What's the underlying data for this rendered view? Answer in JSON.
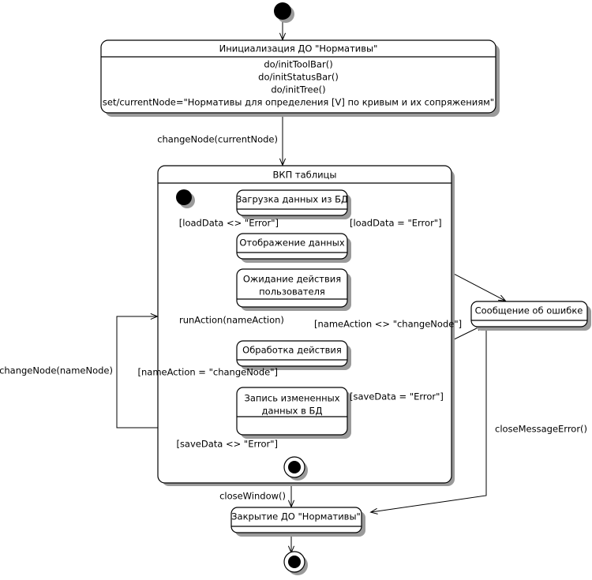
{
  "diagram": {
    "kind": "uml-state-machine-diagram",
    "language": "ru",
    "background": "#ffffff",
    "line_color": "#000000",
    "shadow_color": "#9a9a9a"
  },
  "states": {
    "init": {
      "name": "Инициализация ДО \"Нормативы\"",
      "actions": [
        "do/initToolBar()",
        "do/initStatusBar()",
        "do/initTree()",
        "set/currentNode=\"Нормативы для определения [V] по кривым и их сопряжениям\""
      ]
    },
    "composite": {
      "name": "ВКП таблицы"
    },
    "load_data": {
      "name": "Загрузка данных из БД"
    },
    "show_data": {
      "name": "Отображение данных"
    },
    "wait_action": {
      "line1": "Ожидание действия",
      "line2": "пользователя"
    },
    "process_action": {
      "name": "Обработка действия"
    },
    "save_data": {
      "line1": "Запись измененных",
      "line2": "данных в БД"
    },
    "error_message": {
      "name": "Сообщение об ошибке"
    },
    "close": {
      "name": "Закрытие ДО \"Нормативы\""
    }
  },
  "transitions": {
    "change_node_current": "changeNode(currentNode)",
    "load_ok": "[loadData <> \"Error\"]",
    "load_error": "[loadData = \"Error\"]",
    "run_action": "runAction(nameAction)",
    "name_action_other": "[nameAction <> \"changeNode\"]",
    "name_action_change": "[nameAction = \"changeNode\"]",
    "save_error": "[saveData = \"Error\"]",
    "save_ok": "[saveData <> \"Error\"]",
    "change_node_name": "changeNode(nameNode)",
    "close_window": "closeWindow()",
    "close_message_error": "closeMessageError()"
  },
  "pseudostates": {
    "initial_top": "initial-state",
    "initial_inner": "initial-state",
    "final_inner": "final-state",
    "final_bottom": "final-state"
  }
}
